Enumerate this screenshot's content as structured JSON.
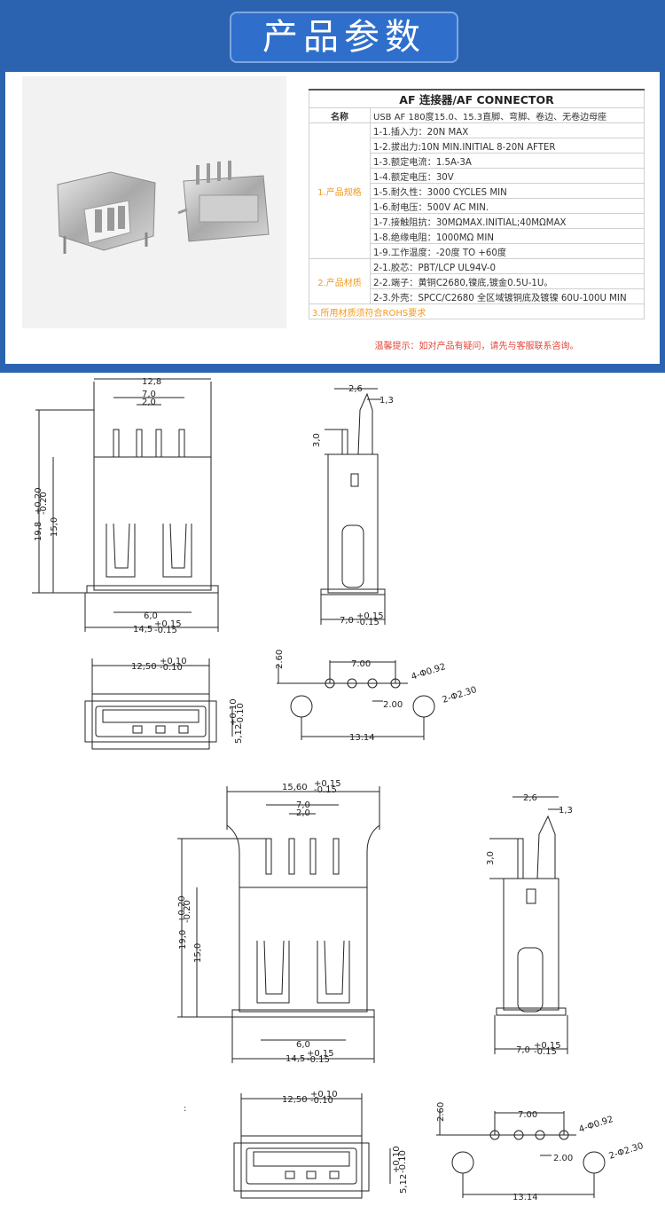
{
  "header": {
    "title": "产品参数"
  },
  "spec": {
    "title": "AF 连接器/AF CONNECTOR",
    "name_label": "名称",
    "name_value": "USB AF 180度15.0、15.3直脚、弯脚、卷边、无卷边母座",
    "cat1": "1.产品规格",
    "items1": [
      "1-1.插入力：20N MAX",
      "1-2.拔出力:10N MIN.INITIAL 8-20N AFTER",
      "1-3.额定电流：1.5A-3A",
      "1-4.额定电压：30V",
      "1-5.耐久性：3000 CYCLES MIN",
      "1-6.耐电压：500V AC MIN.",
      "1-7.接触阻抗：30MΩMAX.INITIAL;40MΩMAX",
      "1-8.绝缘电阻：1000MΩ MIN",
      "1-9.工作温度：-20度 TO +60度"
    ],
    "cat2": "2.产品材质",
    "items2": [
      "2-1.胶芯：PBT/LCP UL94V-0",
      "2-2.端子：黄铜C2680,镍底,镀金0.5U-1U。",
      "2-3.外壳：SPCC/C2680 全区域镀铜底及镀镍 60U-100U MIN"
    ],
    "note": "3.所用材质须符合ROHS要求"
  },
  "tip": "温馨提示：如对产品有疑问，请先与客服联系咨询。",
  "drawing1": {
    "w_top": "12,8",
    "pin_outer": "7,0",
    "pin_inner": "2,0",
    "height_total": "19,8",
    "height_tol_up": "+0.20",
    "height_tol_dn": "-0.20",
    "height_body": "15,0",
    "w_inner": "6,0",
    "w_bottom": "14,5",
    "w_bottom_tol_up": "+0.15",
    "w_bottom_tol_dn": "-0.15",
    "side_a": "2,6",
    "side_b": "1,3",
    "side_pin": "3,0",
    "side_w": "7,0",
    "side_w_tol_up": "+0.15",
    "side_w_tol_dn": "-0.15"
  },
  "drawing2": {
    "front_w": "12,50",
    "front_tol_up": "+0.10",
    "front_tol_dn": "-0.10",
    "front_h": "5,12",
    "front_h_tol_up": "+0.10",
    "front_h_tol_dn": "-0.10",
    "pcb_vert": "2.60",
    "pcb_700": "7.00",
    "pcb_hole_small": "4-Φ0.92",
    "pcb_200": "2.00",
    "pcb_hole_big": "2-Φ2.30",
    "pcb_1314": "13.14"
  },
  "drawing3": {
    "w_top": "15,60",
    "w_top_tol_up": "+0.15",
    "w_top_tol_dn": "-0.15",
    "pin_outer": "7,0",
    "pin_inner": "2,0",
    "height_total": "19,0",
    "height_tol_up": "+0.20",
    "height_tol_dn": "-0.20",
    "height_body": "15,0",
    "w_inner": "6,0",
    "w_bottom": "14,5",
    "w_bottom_tol_up": "+0.15",
    "w_bottom_tol_dn": "-0.15",
    "side_a": "2,6",
    "side_b": "1,3",
    "side_pin": "3,0",
    "side_w": "7,0",
    "side_w_tol_up": "+0.15",
    "side_w_tol_dn": "-0.15"
  },
  "drawing4": {
    "colon": ":",
    "front_w": "12,50",
    "front_tol_up": "+0.10",
    "front_tol_dn": "-0.10",
    "front_h": "5,12",
    "front_h_tol_up": "+0.10",
    "front_h_tol_dn": "-0.10",
    "pcb_vert": "2.60",
    "pcb_700": "7.00",
    "pcb_hole_small": "4-Φ0.92",
    "pcb_200": "2.00",
    "pcb_hole_big": "2-Φ2.30",
    "pcb_1314": "13.14"
  }
}
